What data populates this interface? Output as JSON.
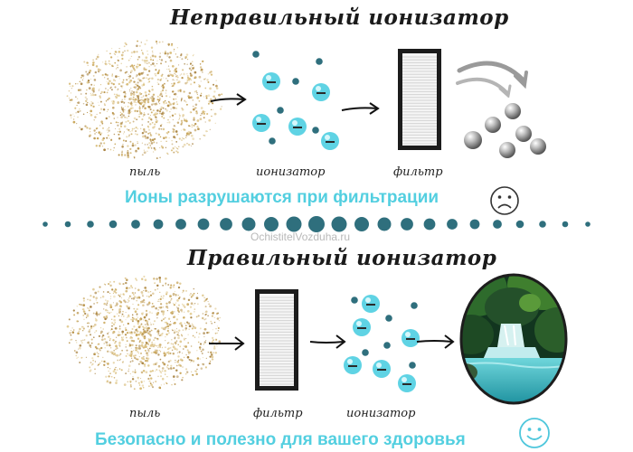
{
  "top": {
    "title": "Неправильный ионизатор",
    "labels": {
      "dust": "пыль",
      "ionizer": "ионизатор",
      "filter": "фильтр"
    },
    "tagline": "Ионы разрушаются при фильтрации",
    "mood_icon": "sad-face-icon"
  },
  "watermark": "OchistitelVozduha.ru",
  "bottom": {
    "title": "Правильный ионизатор",
    "labels": {
      "dust": "пыль",
      "filter": "фильтр",
      "ionizer": "ионизатор"
    },
    "tagline": "Безопасно и полезно для вашего здоровья",
    "mood_icon": "happy-face-icon"
  },
  "colors": {
    "accent": "#53cfe0",
    "ion": "#5fd3e4",
    "dot": "#2f6f7d",
    "dust": "#c9a65a",
    "filter_frame": "#1c1c1c",
    "divider": "#2f6f7d"
  }
}
